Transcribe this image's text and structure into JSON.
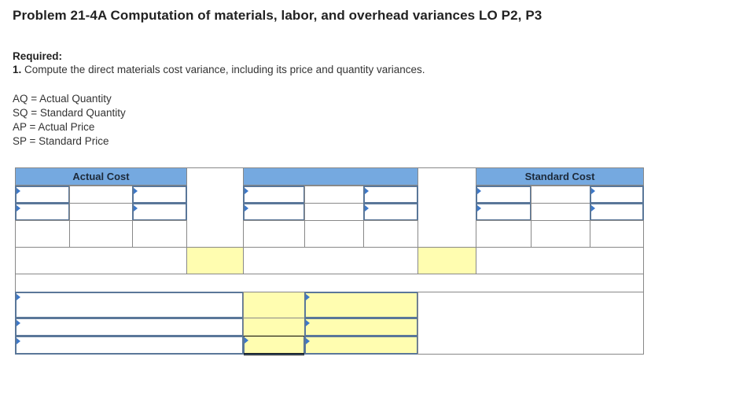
{
  "header": {
    "title": "Problem 21-4A Computation of materials, labor, and overhead variances LO P2, P3"
  },
  "instructions": {
    "required_label": "Required:",
    "item_number": "1.",
    "item_text": " Compute the direct materials cost variance, including its price and quantity variances."
  },
  "legend": [
    "AQ = Actual Quantity",
    "SQ = Standard Quantity",
    "AP = Actual Price",
    "SP = Standard Price"
  ],
  "table": {
    "headers": {
      "actual_cost": "Actual Cost",
      "middle": "",
      "standard_cost": "Standard Cost"
    },
    "colors": {
      "header_bg": "#75a9e0",
      "input_border": "#5a7799",
      "highlight": "#fffdb0",
      "flag": "#3d78c8"
    }
  }
}
